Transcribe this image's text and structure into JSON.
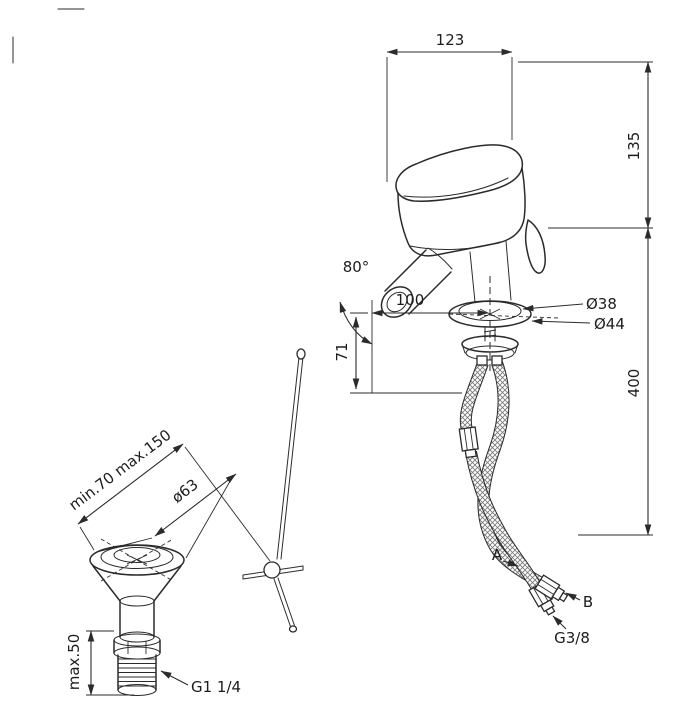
{
  "colors": {
    "line_color": "#2b2b2b",
    "background_color": "#ffffff"
  },
  "labels": {
    "mixer": {
      "width": "123",
      "height": "135",
      "angle": "80°",
      "reach": "100",
      "spout_height": "71",
      "base_inner": "Ø38",
      "base_outer": "Ø44",
      "hose_length": "400",
      "hose_a": "A",
      "hose_b": "B",
      "hose_thread": "G3/8"
    },
    "drain": {
      "rod_range": "min.70 max.150",
      "flange_diameter": "ø63",
      "tail_length": "max.50",
      "thread": "G1 1/4"
    }
  }
}
